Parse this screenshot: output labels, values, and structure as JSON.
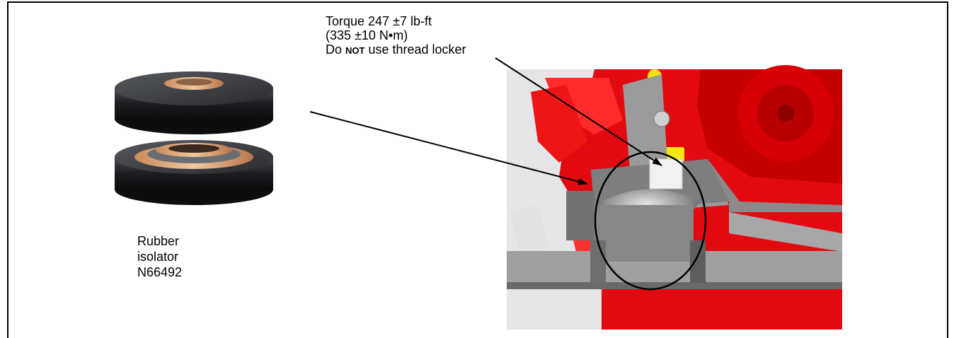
{
  "torque_callout": {
    "line1": "Torque 247 ±7 lb-ft",
    "line2": "(335 ±10 N•m)",
    "line3_prefix": "Do ",
    "line3_emphasis": "NOT",
    "line3_suffix": " use thread locker"
  },
  "part_label": {
    "line1": "Rubber",
    "line2": "isolator",
    "line3": "N66492"
  }
}
